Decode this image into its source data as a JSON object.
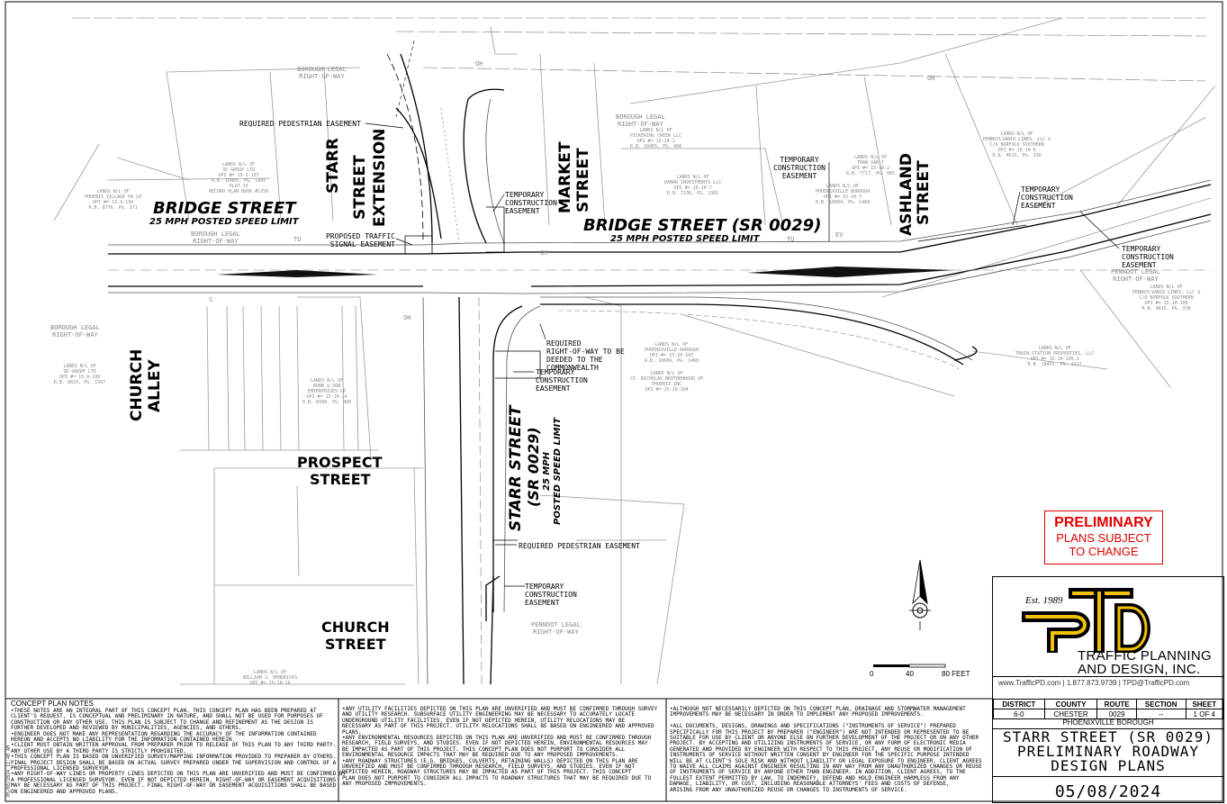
{
  "streets": {
    "bridge_west": "BRIDGE STREET",
    "bridge_west_speed": "25 MPH POSTED SPEED LIMIT",
    "bridge_east": "BRIDGE STREET (SR 0029)",
    "bridge_east_speed": "25 MPH POSTED SPEED LIMIT",
    "starr_ext_1": "STARR",
    "starr_ext_2": "STREET",
    "starr_ext_3": "EXTENSION",
    "market_1": "MARKET",
    "market_2": "STREET",
    "ashland_1": "ASHLAND",
    "ashland_2": "STREET",
    "church_alley_1": "CHURCH",
    "church_alley_2": "ALLEY",
    "prospect_1": "PROSPECT",
    "prospect_2": "STREET",
    "church_1": "CHURCH",
    "church_2": "STREET",
    "starr_1": "STARR STREET",
    "starr_2": "(SR 0029)",
    "starr_speed_1": "25 MPH",
    "starr_speed_2": "POSTED SPEED LIMIT"
  },
  "callouts": {
    "req_ped_1": "REQUIRED PEDESTRIAN EASEMENT",
    "temp_const_market": [
      "TEMPORARY",
      "CONSTRUCTION",
      "EASEMENT"
    ],
    "proposed_signal": [
      "PROPOSED TRAFFIC",
      "SIGNAL EASEMENT"
    ],
    "temp_const_ashland_w": [
      "TEMPORARY",
      "CONSTRUCTION",
      "EASEMENT"
    ],
    "temp_const_ashland_e": [
      "TEMPORARY",
      "CONSTRUCTION",
      "EASEMENT"
    ],
    "temp_const_east": [
      "TEMPORARY",
      "CONSTRUCTION",
      "EASEMENT"
    ],
    "req_row": [
      "REQUIRED",
      "RIGHT-OF-WAY TO BE",
      "DEEDED TO THE",
      "COMMONWEALTH"
    ],
    "temp_const_starr": [
      "TEMPORARY",
      "CONSTRUCTION",
      "EASEMENT"
    ],
    "req_ped_2": "REQUIRED PEDESTRIAN EASEMENT",
    "temp_const_south": [
      "TEMPORARY",
      "CONSTRUCTION",
      "EASEMENT"
    ]
  },
  "labels": {
    "borough_row_1": [
      "BOROUGH LEGAL",
      "RIGHT-OF-WAY"
    ],
    "borough_row_2": [
      "BOROUGH LEGAL",
      "RIGHT-OF-WAY"
    ],
    "borough_row_3": [
      "BOROUGH LEGAL",
      "RIGHT-OF-WAY"
    ],
    "borough_row_4": [
      "BOROUGH LEGAL",
      "RIGHT-OF-WAY"
    ],
    "penndot_row_1": [
      "PENNDOT LEGAL",
      "RIGHT-OF-WAY"
    ],
    "penndot_row_2": [
      "PENNDOT LEGAL",
      "RIGHT-OF-WAY"
    ]
  },
  "parcels": [
    {
      "lines": [
        "LANDS N/L OF",
        "3D GROUP LTD",
        "UPI #= 15-5-197",
        "R.B. 10465, PG. 1805",
        "PLOT 13",
        "RECORD PLAN BOOK #1256"
      ]
    },
    {
      "lines": [
        "LANDS N/L OF",
        "PHOENIX VILLAGE PA LP",
        "UPI #= 15-9-199",
        "R.B. 8776, PG. 371"
      ]
    },
    {
      "lines": [
        "LANDS N/L OF",
        "PICKERING CREEK LLC",
        "UPI #= 15-10-1",
        "R.B. 10465, PG. 908"
      ]
    },
    {
      "lines": [
        "LANDS N/L OF",
        "DAMAR INVESTMENTS LLC",
        "UPI #= 15-10-7",
        "R.B. 7236, PG. 2301"
      ]
    },
    {
      "lines": [
        "LANDS N/L OF",
        "TRAN VAN T",
        "UPI #= 15-10-2",
        "R.B. 7717, PG. 665"
      ]
    },
    {
      "lines": [
        "LANDS N/L OF",
        "PHOENIXVILLE BOROUGH",
        "UPI #= 15-10-7",
        "R.B. 10604, PG. 1468"
      ]
    },
    {
      "lines": [
        "LANDS N/L OF",
        "PENNSYLVANIA LINES, LLC &",
        "C/O NORFOLK SOUTHERN",
        "UPI #= 15-10-6",
        "R.B. 4615, PG. 336"
      ]
    },
    {
      "lines": [
        "LANDS N/L OF",
        "PENNSYLVANIA LINES, LLC &",
        "C/O NORFOLK SOUTHERN",
        "UPI #= 15-10-105",
        "R.B. 4615, PG. 336"
      ]
    },
    {
      "lines": [
        "LANDS N/L OF",
        "TRAIN STATION PROPERTIES, LLC",
        "UPI #= 15-10-105.1",
        "R.B. 10455, PG. 2217"
      ]
    },
    {
      "lines": [
        "LANDS N/L OF",
        "PHOENIXVILLE BOROUGH",
        "UPI #= 15-10-103",
        "R.B. 10604, PG. 1468"
      ]
    },
    {
      "lines": [
        "LANDS N/L OF",
        "ST. NICHOLAS BROTHERHOOD OF",
        "PHOENIX INC",
        "UPI #= 15-10-104"
      ]
    },
    {
      "lines": [
        "LANDS N/L OF",
        "3D GROUP LTD",
        "UPI #= 15-9-248",
        "R.B. 8815, PG. 1567"
      ]
    },
    {
      "lines": [
        "LANDS N/L OF",
        "ROBB & SON",
        "ENTERPRISES LP",
        "UPI #= 15-10-14",
        "R.B. 8388, PG. 480"
      ]
    },
    {
      "lines": [
        "LANDS N/L OF",
        "WILLIAM J. HENDRICKS",
        "UPI #= 15-10-16"
      ]
    }
  ],
  "abbrev": {
    "oh": "OH",
    "tu": "TU",
    "s": "S",
    "ev": "EV"
  },
  "prelim": {
    "line1": "PRELIMINARY",
    "line2": "PLANS SUBJECT",
    "line3": "TO CHANGE"
  },
  "scale": {
    "t0": "0",
    "t1": "40",
    "t2": "80 FEET"
  },
  "logo": {
    "est": "Est. 1989",
    "letters": "TPD",
    "name1": "TRAFFIC PLANNING",
    "name2": "AND DESIGN, INC."
  },
  "contact": {
    "web": "www.TrafficPD.com",
    "phone": "1.877.873.9739",
    "email": "TPD@TrafficPD.com"
  },
  "titleblock": {
    "headers": [
      "DISTRICT",
      "COUNTY",
      "ROUTE",
      "SECTION",
      "SHEET"
    ],
    "values": [
      "6-0",
      "CHESTER",
      "0029",
      "--",
      "1 OF 4"
    ],
    "municipality": "PHOENIXVILLE BOROUGH",
    "title1": "STARR STREET (SR 0029)",
    "title2": "PRELIMINARY ROADWAY",
    "title3": "DESIGN PLANS",
    "date": "05/08/2024"
  },
  "notes": {
    "heading": "CONCEPT PLAN NOTES",
    "col1": [
      "•THESE NOTES ARE AN INTEGRAL PART OF THIS CONCEPT PLAN. THIS CONCEPT PLAN HAS BEEN PREPARED AT",
      " CLIENT'S REQUEST, IS CONCEPTUAL AND PRELIMINARY IN NATURE, AND SHALL NOT BE USED FOR PURPOSES OF",
      " CONSTRUCTION OR ANY OTHER USE. THIS PLAN IS SUBJECT TO CHANGE AND REFINEMENT AS THE DESIGN IS",
      " FURTHER DEVELOPED AND REVIEWED BY MUNICIPALITIES, AGENCIES, AND OTHERS.",
      "•ENGINEER DOES NOT MAKE ANY REPRESENTATION REGARDING THE ACCURACY OF THE INFORMATION CONTAINED",
      " HEREON AND ACCEPTS NO LIABILITY FOR THE INFORMATION CONTAINED HEREIN.",
      "•CLIENT MUST OBTAIN WRITTEN APPROVAL FROM PREPARER PRIOR TO RELEASE OF THIS PLAN TO ANY THIRD PARTY.",
      " ANY OTHER USE BY A THIRD PARTY IS STRICTLY PROHIBITED.",
      "•THIS CONCEPT PLAN IS BASED ON UNVERIFIED SURVEY/MAPPING INFORMATION PROVIDED TO PREPARER BY OTHERS.",
      " FINAL PROJECT DESIGN SHALL BE BASED ON ACTUAL SURVEY PREPARED UNDER THE SUPERVISION AND CONTROL OF A",
      " PROFESSIONAL LICENSED SURVEYOR.",
      "•ANY RIGHT-OF-WAY LINES OR PROPERTY LINES DEPICTED ON THIS PLAN ARE UNVERIFIED AND MUST BE CONFIRMED BY",
      " A PROFESSIONAL LICENSED SURVEYOR.  EVEN IF NOT DEPICTED HEREIN, RIGHT-OF-WAY OR EASEMENT ACQUISITIONS",
      " MAY BE NECESSARY AS PART OF THIS PROJECT. FINAL RIGHT-OF-WAY OR EASEMENT ACQUISITIONS SHALL BE BASED",
      " ON ENGINEERED AND APPROVED PLANS."
    ],
    "col2": [
      "•ANY UTILITY FACILITIES DEPICTED ON THIS PLAN ARE UNVERIFIED AND MUST BE CONFIRMED THROUGH SURVEY",
      " AND UTILITY RESEARCH.  SUBSURFACE UTILITY ENGINEERING MAY BE NECESSARY TO ACCURATELY LOCATE",
      " UNDERGROUND UTILITY FACILITIES.  EVEN IF NOT DEPICTED HEREIN, UTILITY RELOCATIONS MAY BE",
      " NECESSARY AS PART OF THIS PROJECT. UTILITY RELOCATIONS SHALL BE BASED ON ENGINEERED AND APPROVED",
      " PLANS.",
      "•ANY ENVIRONMENTAL RESOURCES DEPICTED ON THIS PLAN ARE UNVERIFIED AND MUST BE CONFIRMED THROUGH",
      " RESEARCH, FIELD SURVEYS, AND STUDIES.  EVEN IF NOT DEPICTED HEREIN, ENVIRONMENTAL RESOURCES MAY",
      " BE IMPACTED AS PART OF THIS PROJECT. THIS CONCEPT PLAN DOES NOT PURPORT TO CONSIDER ALL",
      " ENVIRONMENTAL RESOURCE IMPACTS THAT MAY BE REQUIRED DUE TO ANY PROPOSED IMPROVEMENTS.",
      "•ANY ROADWAY STRUCTURES (E.G. BRIDGES, CULVERTS, RETAINING WALLS) DEPICTED ON THIS PLAN ARE",
      " UNVERIFIED AND MUST BE CONFIRMED THROUGH RESEARCH, FIELD SURVEYS, AND STUDIES.  EVEN IF NOT",
      " DEPICTED HEREIN, ROADWAY STRUCTURES MAY BE IMPACTED AS PART OF THIS PROJECT. THIS CONCEPT",
      " PLAN DOES NOT PURPORT TO CONSIDER ALL IMPACTS TO ROADWAY STRUCTURES THAT MAY BE REQUIRED DUE TO",
      " ANY PROPOSED IMPROVEMENTS."
    ],
    "col3": [
      "•ALTHOUGH NOT NECESSARILY DEPICTED ON THIS CONCEPT PLAN, DRAINAGE AND STORMWATER MANAGEMENT",
      " IMPROVEMENTS MAY BE NECESSARY IN ORDER TO IMPLEMENT ANY PROPOSED IMPROVEMENTS.",
      "",
      "•ALL DOCUMENTS, DESIGNS, DRAWINGS AND SPECIFICATIONS (\"INSTRUMENTS OF SERVICE\") PREPARED",
      " SPECIFICALLY FOR THIS PROJECT BY PREPARER (\"ENGINEER\") ARE NOT INTENDED OR REPRESENTED TO BE",
      " SUITABLE FOR USE BY CLIENT OR ANYONE ELSE ON FURTHER DEVELOPMENT OF THE PROJECT OR ON ANY OTHER",
      " PROJECT. BY ACCEPTING AND UTILIZING INSTRUMENTS OF SERVICE, OR ANY FORM OF ELECTRONIC MEDIA",
      " GENERATED AND PROVIDED BY ENGINEER WITH RESPECT TO THIS PROJECT, ANY REUSE OR MODIFICATION OF",
      " INSTRUMENTS OF SERVICE WITHOUT WRITTEN CONSENT BY ENGINEER FOR THE SPECIFIC PURPOSE INTENDED",
      " WILL BE AT CLIENT'S SOLE RISK AND WITHOUT LIABILITY OR LEGAL EXPOSURE TO ENGINEER. CLIENT AGREES",
      " TO WAIVE ALL CLAIMS AGAINST ENGINEER RESULTING IN ANY WAY FROM ANY UNAUTHORIZED CHANGES OR REUSE",
      " OF INSTRUMENTS OF SERVICE BY ANYONE OTHER THAN ENGINEER. IN ADDITION, CLIENT AGREES, TO THE",
      " FULLEST EXTENT PERMITTED BY LAW, TO INDEMNIFY, DEFEND AND HOLD ENGINEER HARMLESS FROM ANY",
      " DAMAGE, LIABILITY, OR COST, INCLUDING REASONABLE ATTORNEYS' FEES AND COSTS OF DEFENSE,",
      " ARISING FROM ANY UNAUTHORIZED REUSE OR CHANGES TO INSTRUMENTS OF SERVICE."
    ]
  },
  "margin_text": "05/08/2024 11:40 AM"
}
